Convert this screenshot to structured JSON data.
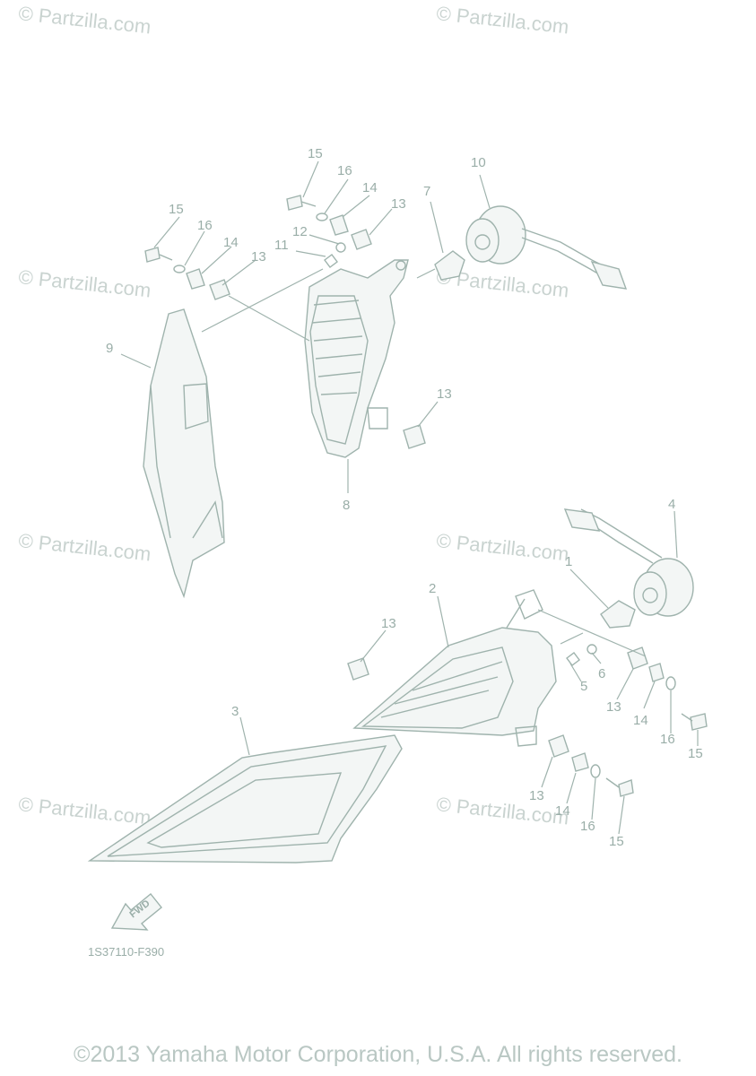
{
  "watermark": "© Partzilla.com",
  "diagram_code": "1S37110-F390",
  "fwd_label": "FWD",
  "copyright": "©2013 Yamaha Motor Corporation, U.S.A. All rights reserved.",
  "callouts": {
    "c1": "1",
    "c2": "2",
    "c3": "3",
    "c4": "4",
    "c5": "5",
    "c6": "6",
    "c7": "7",
    "c8": "8",
    "c9": "9",
    "c10": "10",
    "c11": "11",
    "c12": "12",
    "c13a": "13",
    "c13b": "13",
    "c13c": "13",
    "c13d": "13",
    "c13e": "13",
    "c13f": "13",
    "c14a": "14",
    "c14b": "14",
    "c14c": "14",
    "c14d": "14",
    "c15a": "15",
    "c15b": "15",
    "c15c": "15",
    "c15d": "15",
    "c16a": "16",
    "c16b": "16",
    "c16c": "16",
    "c16d": "16"
  }
}
